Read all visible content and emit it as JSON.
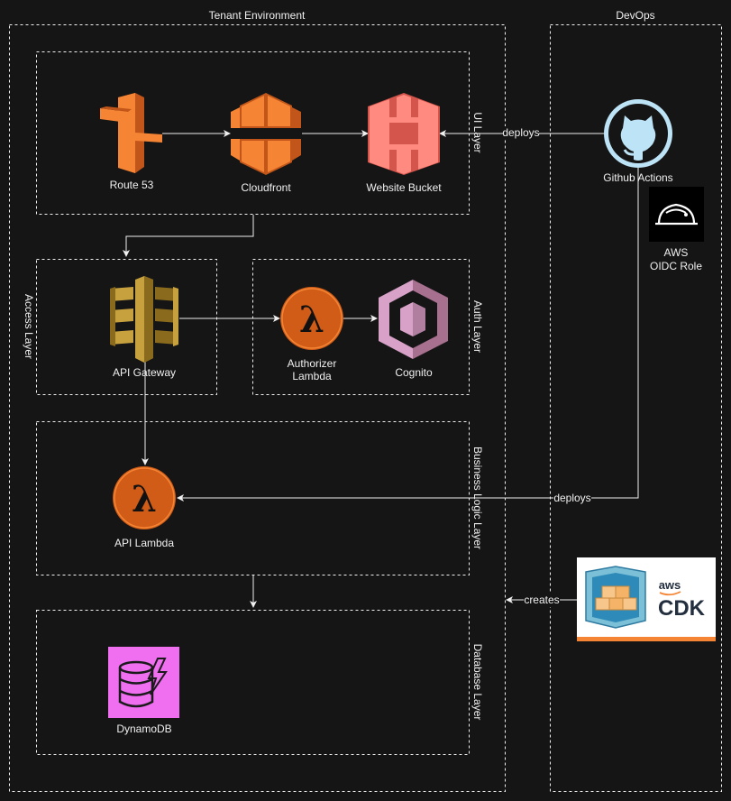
{
  "containers": {
    "tenant": "Tenant Environment",
    "devops": "DevOps"
  },
  "layers": {
    "ui": "UI Layer",
    "access": "Access Layer",
    "auth": "Auth Layer",
    "business": "Business Logic Layer",
    "database": "Database Layer"
  },
  "nodes": {
    "route53": "Route 53",
    "cloudfront": "Cloudfront",
    "bucket": "Website Bucket",
    "github": "Github Actions",
    "oidc_line1": "AWS",
    "oidc_line2": "OIDC Role",
    "apigw": "API Gateway",
    "authorizer_line1": "Authorizer",
    "authorizer_line2": "Lambda",
    "cognito": "Cognito",
    "api_lambda": "API Lambda",
    "dynamodb": "DynamoDB",
    "cdk_brand": "aws",
    "cdk_name": "CDK"
  },
  "edges": {
    "deploys_ui": "deploys",
    "deploys_lambda": "deploys",
    "creates": "creates"
  },
  "colors": {
    "background": "#151515",
    "line": "#f0f0f0",
    "orange_light": "#f58534",
    "orange_dark": "#c2561a",
    "s3_light": "#ff8a80",
    "s3_dark": "#d4554c",
    "gold_light": "#c8a13f",
    "gold_dark": "#8a6a1c",
    "lambda_orange": "#d05c17",
    "cognito_pink": "#d8a1c8",
    "dynamo_pink": "#ef6ff0",
    "github_blue": "#bde3f6"
  }
}
